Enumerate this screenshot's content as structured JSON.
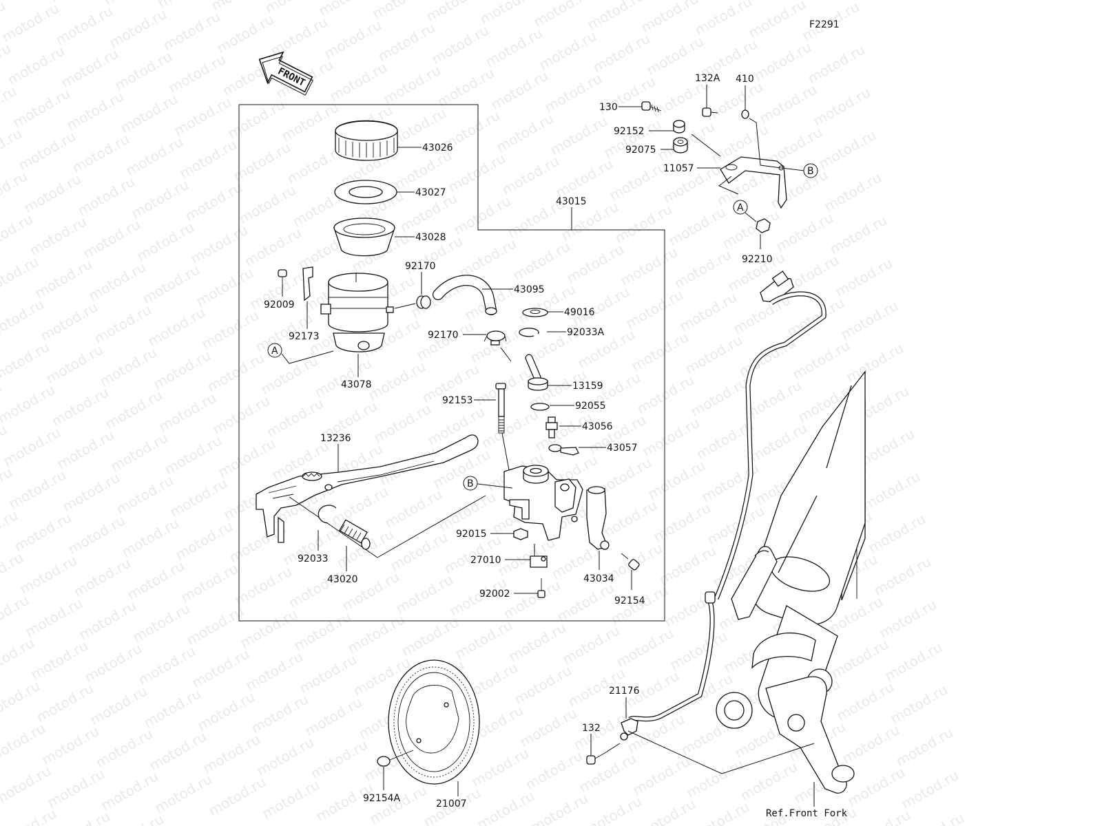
{
  "diagram": {
    "code": "F2291",
    "watermark": "motod.ru",
    "front_label": "FRONT",
    "ref_note": "Ref.Front Fork",
    "assembly_label": "43015",
    "callouts": {
      "a": "A",
      "b": "B"
    },
    "parts": {
      "p43026": "43026",
      "p43027": "43027",
      "p43028": "43028",
      "p92170a": "92170",
      "p92170b": "92170",
      "p43095": "43095",
      "p49016": "49016",
      "p92033A": "92033A",
      "p92009": "92009",
      "p92173": "92173",
      "p43078": "43078",
      "p13159": "13159",
      "p92055": "92055",
      "p92153": "92153",
      "p43056": "43056",
      "p43057": "43057",
      "p13236": "13236",
      "p92015": "92015",
      "p27010": "27010",
      "p92033": "92033",
      "p43020": "43020",
      "p43034": "43034",
      "p92154": "92154",
      "p92002": "92002",
      "p130": "130",
      "p132A": "132A",
      "p410": "410",
      "p92152": "92152",
      "p92075": "92075",
      "p11057": "11057",
      "p92210": "92210",
      "p21176": "21176",
      "p132": "132",
      "p92154A": "92154A",
      "p21007": "21007"
    }
  }
}
